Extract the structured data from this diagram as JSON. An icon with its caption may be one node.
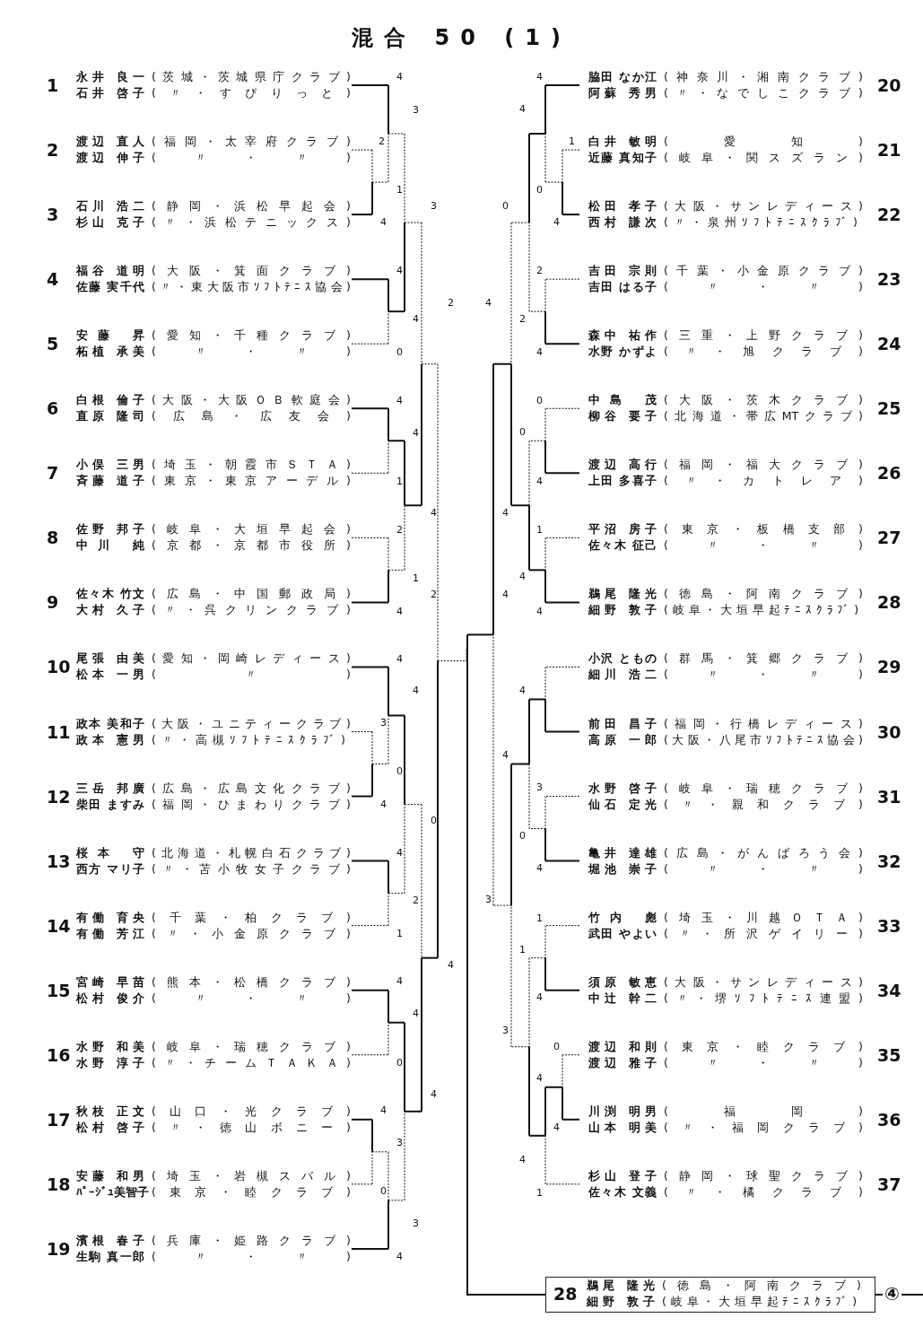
{
  "diagram": {
    "title": "混合 50 (1)",
    "nodes": [
      {
        "text": [
          "1",
          "永井 良一",
          "(茨城・茨城県庁クラブ)",
          "石井 啓子",
          "(〃・すぴりっと)"
        ]
      },
      {
        "text": [
          "2",
          "渡辺 直人",
          "(福岡・太宰府クラブ)",
          "渡辺 伸子",
          "(〃・〃)"
        ]
      },
      {
        "text": [
          "3",
          "石川 浩二",
          "(静岡・浜松早起会)",
          "杉山 克子",
          "(〃・浜松テニックス)"
        ]
      },
      {
        "text": [
          "4",
          "福谷 道明",
          "(大阪・箕面クラブ)",
          "佐藤 実千代",
          "(〃・東大阪市ｿﾌﾄﾃﾆｽ協会)"
        ]
      },
      {
        "text": [
          "5",
          "安藤 昇",
          "(愛知・千種クラブ)",
          "柘植 承美",
          "(〃・〃)"
        ]
      },
      {
        "text": [
          "6",
          "白根 倫子",
          "(大阪・大阪ＯＢ軟庭会)",
          "直原 隆司",
          "(広島・広友会)"
        ]
      },
      {
        "text": [
          "7",
          "小俣 三男",
          "(埼玉・朝霞市ＳＴＡ)",
          "斉藤 道子",
          "(東京・東京アーデル)"
        ]
      },
      {
        "text": [
          "8",
          "佐野 邦子",
          "(岐阜・大垣早起会)",
          "中川 純",
          "(京都・京都市役所)"
        ]
      },
      {
        "text": [
          "9",
          "佐々木 竹文",
          "(広島・中国郵政局)",
          "大村 久子",
          "(〃・呉クリンクラブ)"
        ]
      },
      {
        "text": [
          "10",
          "尾張 由美",
          "(愛知・岡崎レディース)",
          "松本 一男",
          "(〃)"
        ]
      },
      {
        "text": [
          "11",
          "政本 美和子",
          "(大阪・ユニティークラブ)",
          "政本 憲男",
          "(〃・高槻ｿﾌﾄﾃﾆｽｸﾗﾌﾞ)"
        ]
      },
      {
        "text": [
          "12",
          "三岳 邦廣",
          "(広島・広島文化クラブ)",
          "柴田 ますみ",
          "(福岡・ひまわりクラブ)"
        ]
      },
      {
        "text": [
          "13",
          "桜本 守",
          "(北海道・札幌白石クラブ)",
          "西方 マリ子",
          "(〃・苫小牧女子クラブ)"
        ]
      },
      {
        "text": [
          "14",
          "有働 育央",
          "(千葉・柏クラブ)",
          "有働 芳江",
          "(〃・小金原クラブ)"
        ]
      },
      {
        "text": [
          "15",
          "宮崎 早苗",
          "(熊本・松橋クラブ)",
          "松村 俊介",
          "(〃・〃)"
        ]
      },
      {
        "text": [
          "16",
          "水野 和美",
          "(岐阜・瑞穂クラブ)",
          "水野 淳子",
          "(〃・チームＴＡＫＡ)"
        ]
      },
      {
        "text": [
          "17",
          "秋枝 正文",
          "(山口・光クラブ)",
          "松村 啓子",
          "(〃・徳山ボニー)"
        ]
      },
      {
        "text": [
          "18",
          "安藤 和男",
          "(埼玉・岩槻スバル)",
          "ﾊﾟｰｼﾞｭ美智子",
          "(東京・睦クラブ)"
        ]
      },
      {
        "text": [
          "19",
          "濱根 春子",
          "(兵庫・姫路クラブ)",
          "生駒 真一郎",
          "(〃・〃)"
        ]
      },
      {
        "text": [
          "20",
          "脇田 なか江",
          "(神奈川・湘南クラブ)",
          "阿蘇 秀男",
          "(〃・なでしこクラブ)"
        ]
      },
      {
        "text": [
          "21",
          "白井 敏明",
          "(愛知)",
          "近藤 真知子",
          "(岐阜・関スズラン)"
        ]
      },
      {
        "text": [
          "22",
          "松田 孝子",
          "(大阪・サンレディース)",
          "西村 謙次",
          "(〃・泉州ｿﾌﾄﾃﾆｽｸﾗﾌﾞ)"
        ]
      },
      {
        "text": [
          "23",
          "吉田 宗則",
          "(千葉・小金原クラブ)",
          "吉田 はる子",
          "(〃・〃)"
        ]
      },
      {
        "text": [
          "24",
          "森中 祐作",
          "(三重・上野クラブ)",
          "水野 かずよ",
          "(〃・旭クラブ)"
        ]
      },
      {
        "text": [
          "25",
          "中島 茂",
          "(大阪・茨木クラブ)",
          "柳谷 要子",
          "(北海道・帯広MTクラブ)"
        ]
      },
      {
        "text": [
          "26",
          "渡辺 高行",
          "(福岡・福大クラブ)",
          "上田 多喜子",
          "(〃・カトレア)"
        ]
      },
      {
        "text": [
          "27",
          "平沼 房子",
          "(東京・板橋支部)",
          "佐々木 征己",
          "(〃・〃)"
        ]
      },
      {
        "text": [
          "28",
          "鵜尾 隆光",
          "(徳島・阿南クラブ)",
          "細野 敦子",
          "(岐阜・大垣早起ﾃﾆｽｸﾗﾌﾞ)"
        ]
      },
      {
        "text": [
          "29",
          "小沢 ともの",
          "(群馬・箕郷クラブ)",
          "細川 浩二",
          "(〃・〃)"
        ]
      },
      {
        "text": [
          "30",
          "前田 昌子",
          "(福岡・行橋レディース)",
          "高原 一郎",
          "(大阪・八尾市ｿﾌﾄﾃﾆｽ協会)"
        ]
      },
      {
        "text": [
          "31",
          "水野 啓子",
          "(岐阜・瑞穂クラブ)",
          "仙石 定光",
          "(〃・親和クラブ)"
        ]
      },
      {
        "text": [
          "32",
          "亀井 達雄",
          "(広島・がんばろう会)",
          "堀池 崇子",
          "(〃・〃)"
        ]
      },
      {
        "text": [
          "33",
          "竹内 彪",
          "(埼玉・川越ＯＴＡ)",
          "武田 やよい",
          "(〃・所沢ゲイリー)"
        ]
      },
      {
        "text": [
          "34",
          "須原 敏恵",
          "(大阪・サンレディース)",
          "中辻 幹二",
          "(〃・堺ｿﾌﾄﾃﾆｽ連盟)"
        ]
      },
      {
        "text": [
          "35",
          "渡辺 和則",
          "(東京・睦クラブ)",
          "渡辺 雅子",
          "(〃・〃)"
        ]
      },
      {
        "text": [
          "36",
          "川渕 明男",
          "(福岡)",
          "山本 明美",
          "(〃・福岡クラブ)"
        ]
      },
      {
        "text": [
          "37",
          "杉山 登子",
          "(静岡・球聖クラブ)",
          "佐々木 文義",
          "(〃・橘クラブ)"
        ]
      },
      {
        "text": [
          "28",
          "鵜尾 隆光",
          "(徳島・阿南クラブ)",
          "細野 敦子",
          "(岐阜・大垣早起ﾃﾆｽｸﾗﾌﾞ)"
        ]
      }
    ],
    "edges": [
      {
        "from": null,
        "to": 37,
        "arrow": "none"
      },
      {
        "from": 37,
        "to": null,
        "arrow": "none",
        "label": "④"
      }
    ],
    "labels": [
      "4",
      "3",
      "2",
      "1",
      "3",
      "4",
      "4",
      "2",
      "4",
      "0",
      "4",
      "4",
      "1",
      "4",
      "2",
      "1",
      "2",
      "4",
      "4",
      "4",
      "3",
      "4",
      "0",
      "0",
      "4",
      "2",
      "1",
      "4",
      "4",
      "4",
      "0",
      "4",
      "4",
      "3",
      "0",
      "3",
      "4",
      "4",
      "4",
      "1",
      "0",
      "0",
      "4",
      "2",
      "4",
      "2",
      "4",
      "0",
      "0",
      "4",
      "4",
      "1",
      "4",
      "4",
      "4",
      "4",
      "4",
      "3",
      "0",
      "4",
      "3",
      "1",
      "1",
      "4",
      "3",
      "0",
      "4",
      "4",
      "4",
      "1"
    ]
  }
}
